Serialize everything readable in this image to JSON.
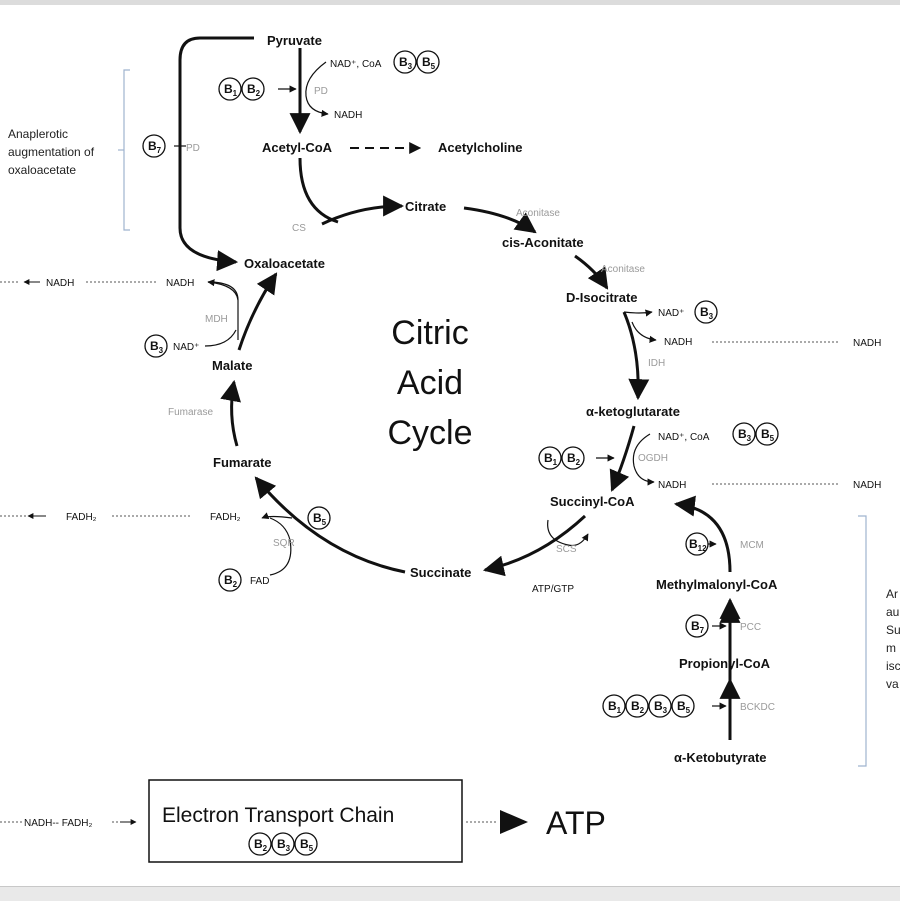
{
  "title": {
    "line1": "Citric",
    "line2": "Acid",
    "line3": "Cycle"
  },
  "metabolites": {
    "pyruvate": "Pyruvate",
    "acetyl_coa": "Acetyl-CoA",
    "acetylcholine": "Acetylcholine",
    "citrate": "Citrate",
    "cis_aconitate": "cis-Aconitate",
    "d_isocitrate": "D-Isocitrate",
    "a_ketoglutarate": "α-ketoglutarate",
    "succinyl_coa": "Succinyl-CoA",
    "succinate": "Succinate",
    "fumarate": "Fumarate",
    "malate": "Malate",
    "oxaloacetate": "Oxaloacetate",
    "methylmalonyl_coa": "Methylmalonyl-CoA",
    "propionyl_coa": "Propionyl-CoA",
    "a_ketobutyrate": "α-Ketobutyrate"
  },
  "enzymes": {
    "pd": "PD",
    "pd2": "PD",
    "cs": "CS",
    "aconitase1": "Aconitase",
    "aconitase2": "Aconitase",
    "idh": "IDH",
    "ogdh": "OGDH",
    "scs": "SCS",
    "sqr": "SQR",
    "fumarase": "Fumarase",
    "mdh": "MDH",
    "mcm": "MCM",
    "pcc": "PCC",
    "bckdc": "BCKDC"
  },
  "cofactors": {
    "nad_coa": "NAD⁺, CoA",
    "nad": "NAD⁺",
    "nadh": "NADH",
    "fadh2": "FADH₂",
    "fad": "FAD",
    "atp_gtp": "ATP/GTP"
  },
  "vitamins": {
    "b1": "B1",
    "b2": "B2",
    "b3": "B3",
    "b5": "B5",
    "b7": "B7",
    "b12": "B12"
  },
  "annotations": {
    "anaplerotic_line1": "Anaplerotic",
    "anaplerotic_line2": "augmentation of",
    "anaplerotic_line3": "oxaloacetate",
    "right_partial": [
      "Ar",
      "au",
      "Su",
      "m",
      "isc",
      "va"
    ]
  },
  "etc": {
    "label": "Electron Transport Chain",
    "atp": "ATP",
    "inputs": "NADH-- FADH₂"
  },
  "colors": {
    "ink": "#111111",
    "enzyme": "#9a9a9a",
    "bracket": "#9fb3cf",
    "dotted": "#555555"
  }
}
